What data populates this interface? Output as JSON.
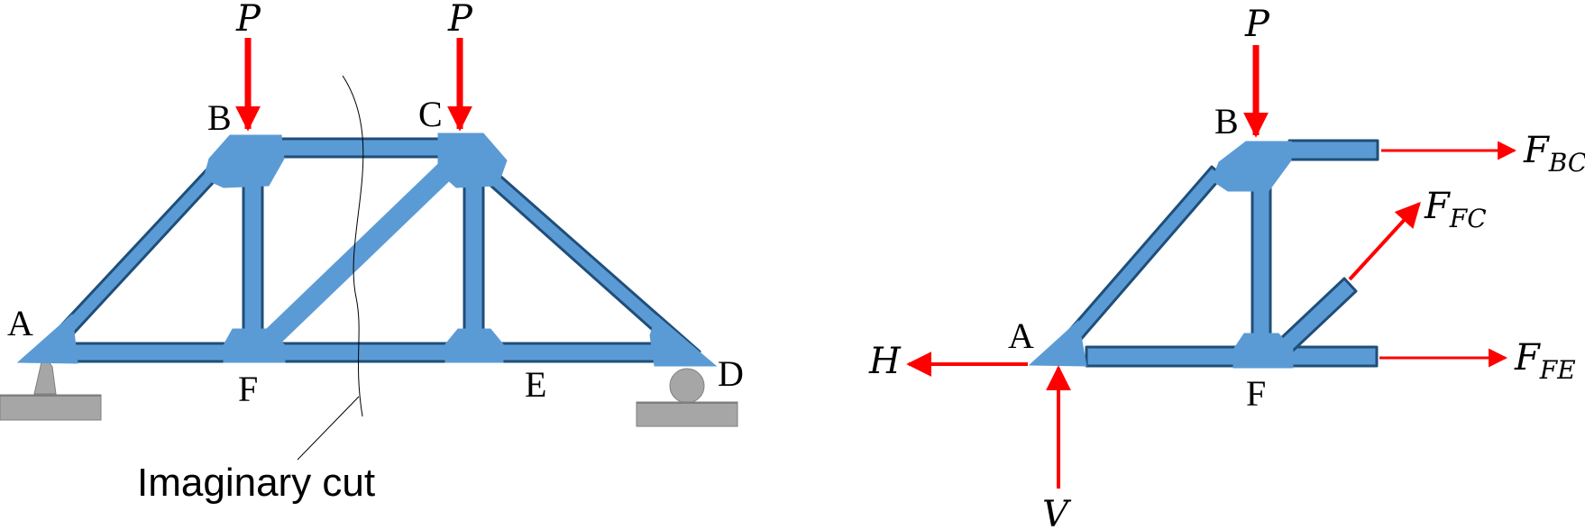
{
  "left_diagram": {
    "nodes": {
      "A": "A",
      "B": "B",
      "C": "C",
      "D": "D",
      "E": "E",
      "F": "F"
    },
    "load_left": "P",
    "load_right": "P",
    "cut_caption": "Imaginary cut"
  },
  "right_diagram": {
    "nodes": {
      "A": "A",
      "B": "B",
      "F": "F"
    },
    "load": "P",
    "horizontal_reaction": "H",
    "vertical_reaction": "V",
    "forces": {
      "bc": {
        "main": "F",
        "sub": "BC"
      },
      "fc": {
        "main": "F",
        "sub": "FC"
      },
      "fe": {
        "main": "F",
        "sub": "FE"
      }
    }
  },
  "colors": {
    "member_fill": "#5b9bd5",
    "member_edge": "#1f4e79",
    "force_arrow": "#ff0000",
    "support": "#a6a6a6"
  }
}
